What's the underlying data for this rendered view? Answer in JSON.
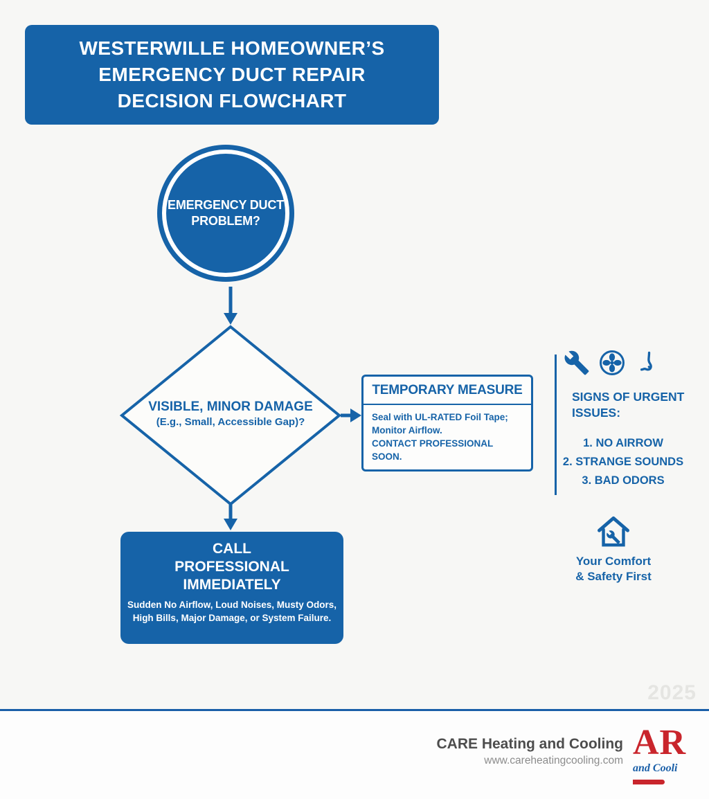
{
  "colors": {
    "primary_blue": "#1663a8",
    "footer_divider_blue": "#1a5fa8",
    "logo_red": "#c9252c",
    "company_text_gray": "#4d4d4d",
    "website_text_gray": "#8c8c8c",
    "watermark_gray": "#e5e5e2"
  },
  "title": {
    "lines": [
      "WESTERWILLE HOMEOWNER’S",
      "EMERGENCY DUCT REPAIR",
      "DECISION FLOWCHART"
    ]
  },
  "flow": {
    "start": {
      "lines": [
        "EMERGENCY DUCT",
        "PROBLEM?"
      ]
    },
    "decision": {
      "line1": "VISIBLE, MINOR DAMAGE",
      "line2": "(E.g., Small, Accessible Gap)?"
    },
    "temporary": {
      "title": "TEMPORARY MEASURE",
      "lines": [
        "Seal with UL-RATED Foil Tape;",
        "Monitor Airflow.",
        "CONTACT PROFESSIONAL SOON."
      ]
    },
    "call": {
      "title_lines": [
        "CALL",
        "PROFESSIONAL",
        "IMMEDIATELY"
      ],
      "body_lines": [
        "Sudden No Airflow, Loud Noises, Musty Odors,",
        "High Bills, Major Damage, or System Failure."
      ]
    }
  },
  "side_panel": {
    "icons": [
      "wrench-icon",
      "fan-icon",
      "nose-icon"
    ],
    "heading_lines": [
      "SIGNS OF URGENT",
      "ISSUES:"
    ],
    "items": [
      "1. NO AIRROW",
      "2. STRANGE SOUNDS",
      "3. BAD ODORS"
    ],
    "house_icon": "house-wrench-icon",
    "tagline_lines": [
      "Your Comfort",
      "& Safety First"
    ]
  },
  "watermark": "2025",
  "footer": {
    "company": "CARE Heating and Cooling",
    "website": "www.careheatingcooling.com",
    "logo_main": "AR",
    "logo_sub": "and Cooli"
  }
}
